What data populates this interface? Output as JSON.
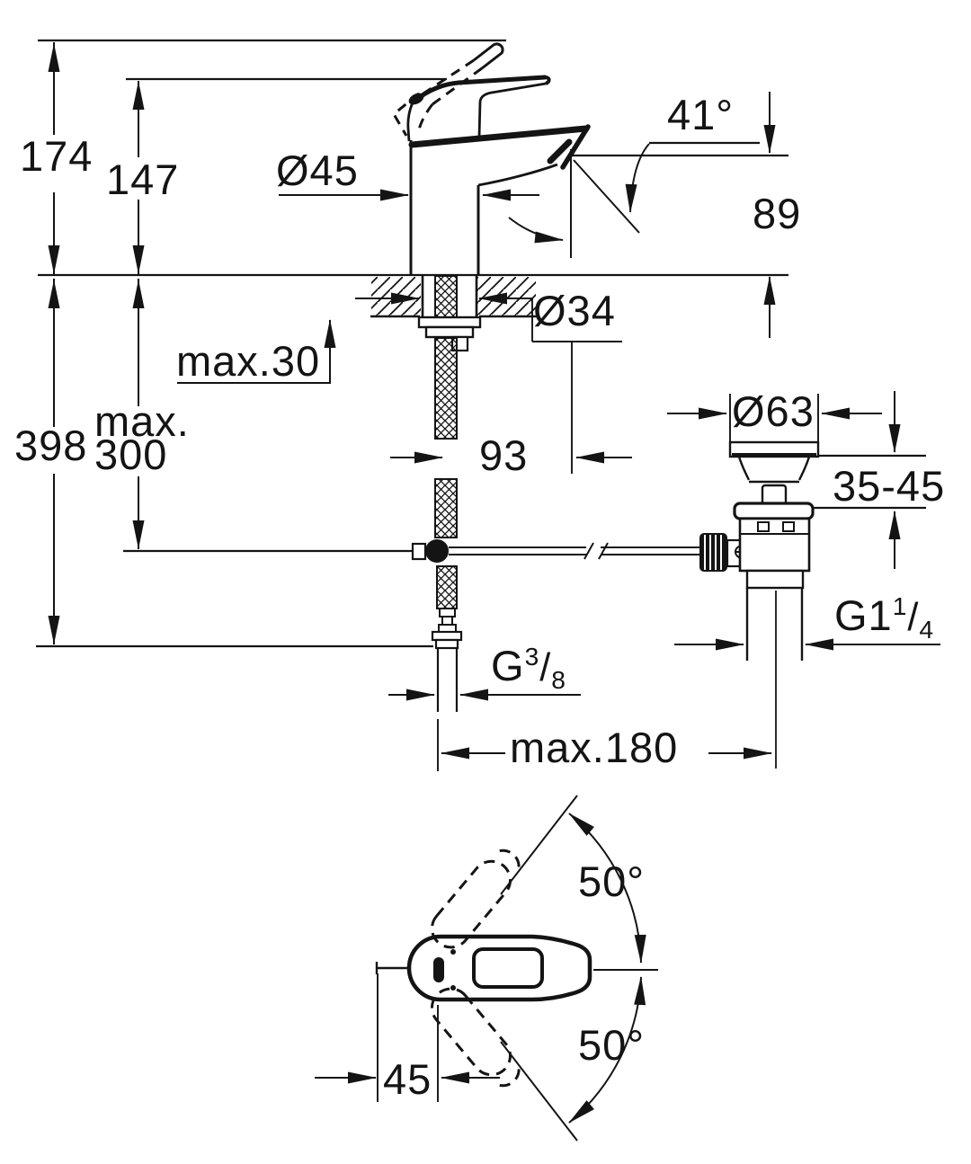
{
  "labels": {
    "total_height": "174",
    "lever_height": "147",
    "body_diameter": "Ø45",
    "spout_angle": "41°",
    "spout_outlet_height": "89",
    "deck_thickness_max": "max.30",
    "hole_diameter": "Ø34",
    "under_deck_height": "398",
    "hose_length_max_line1": "max.",
    "hose_length_max_line2": "300",
    "spout_reach": "93",
    "waste_flange_diameter": "Ø63",
    "clamping_range": "35-45",
    "waste_thread": {
      "base": "G1",
      "numerator": "1",
      "slash": "/",
      "denominator": "4"
    },
    "supply_thread": {
      "base": "G",
      "numerator": "3",
      "slash": "/",
      "denominator": "8"
    },
    "rod_length_max": "max.180",
    "handle_swivel_upper": "50°",
    "handle_swivel_lower": "50°",
    "handle_tip_offset": "45"
  }
}
